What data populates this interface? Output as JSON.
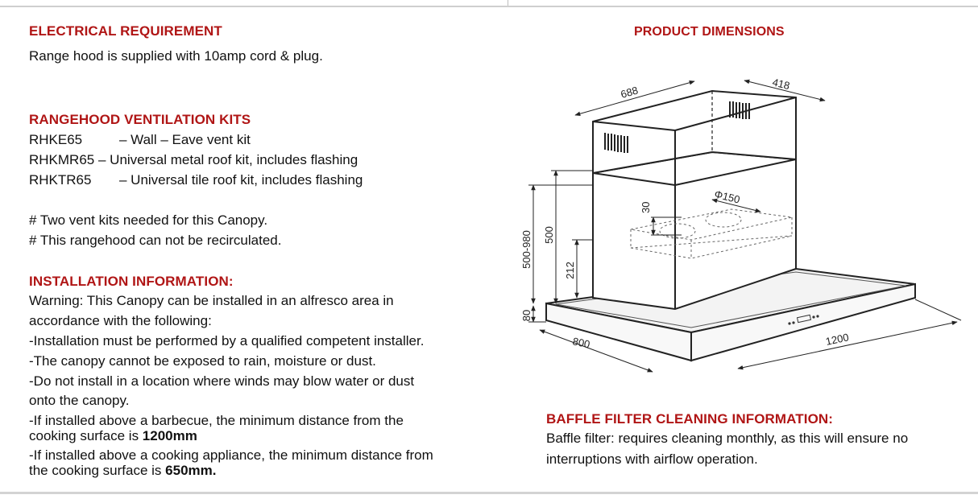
{
  "electrical": {
    "heading": "ELECTRICAL REQUIREMENT",
    "text": "Range hood is supplied with 10amp cord & plug."
  },
  "kits": {
    "heading": "RANGEHOOD VENTILATION KITS",
    "items": [
      {
        "code": "RHKE65",
        "desc": "– Wall – Eave vent kit"
      },
      {
        "code": "RHKMR65",
        "desc": "– Universal metal roof kit, includes flashing"
      },
      {
        "code": "RHKTR65",
        "desc": "– Universal tile roof kit, includes flashing"
      }
    ],
    "notes": [
      "# Two vent kits needed for this Canopy.",
      "# This rangehood can not be recirculated."
    ]
  },
  "installation": {
    "heading": "INSTALLATION INFORMATION:",
    "warning_line1": "Warning: This Canopy can be installed in an alfresco area in",
    "warning_line2": "accordance with the following:",
    "rule1": "-Installation must be performed by a qualified competent installer.",
    "rule2": "-The canopy cannot be exposed to rain, moisture or dust.",
    "rule3_line1": "-Do not install in a location where winds may blow water or dust",
    "rule3_line2": "onto the canopy.",
    "rule4_line1": "-If installed above a barbecue, the minimum distance from the",
    "rule4_line2_prefix": "cooking surface is ",
    "rule4_value": "1200mm",
    "rule5_line1": "-If installed above a cooking appliance, the minimum distance from",
    "rule5_line2_prefix": "the cooking surface is ",
    "rule5_value": "650mm."
  },
  "dimensions": {
    "heading": "PRODUCT DIMENSIONS",
    "labels": {
      "d688": "688",
      "d418": "418",
      "d150": "Φ150",
      "d30": "30",
      "d500_980": "500-980",
      "d500": "500",
      "d212": "212",
      "d80": "80",
      "d800": "800",
      "d1200": "1200"
    }
  },
  "baffle": {
    "heading": "BAFFLE FILTER CLEANING INFORMATION:",
    "line1": "Baffle filter: requires cleaning monthly, as this will ensure no",
    "line2": "interruptions with airflow operation."
  }
}
